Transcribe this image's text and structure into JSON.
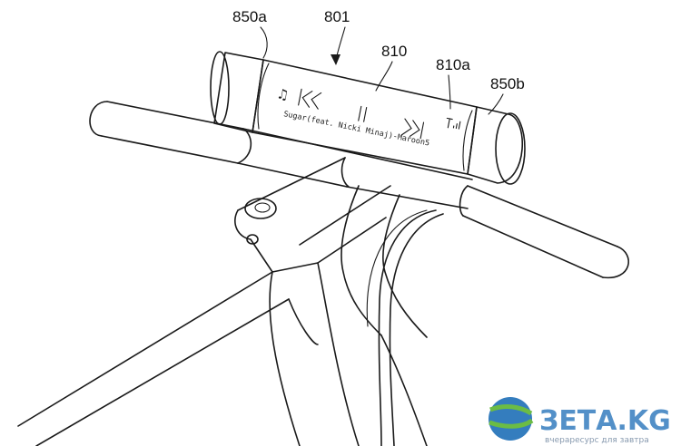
{
  "figure": {
    "labels": {
      "device": "801",
      "display": "810",
      "display_edge": "810a",
      "left_cap": "850a",
      "right_cap": "850b"
    },
    "screen": {
      "track_text": "Sugar(feat. Nicki Minaj)-Maroon5",
      "icons": [
        "music-note-icon",
        "previous-track-icon",
        "pause-icon",
        "next-track-icon",
        "signal-strength-icon"
      ]
    }
  },
  "watermark": {
    "brand": "ЗЕТА.KG",
    "tagline": "вчераресурс для завтра"
  },
  "colors": {
    "line": "#1a1a1a",
    "watermark_blue": "#1f6fb8",
    "watermark_green": "#5cb531"
  }
}
